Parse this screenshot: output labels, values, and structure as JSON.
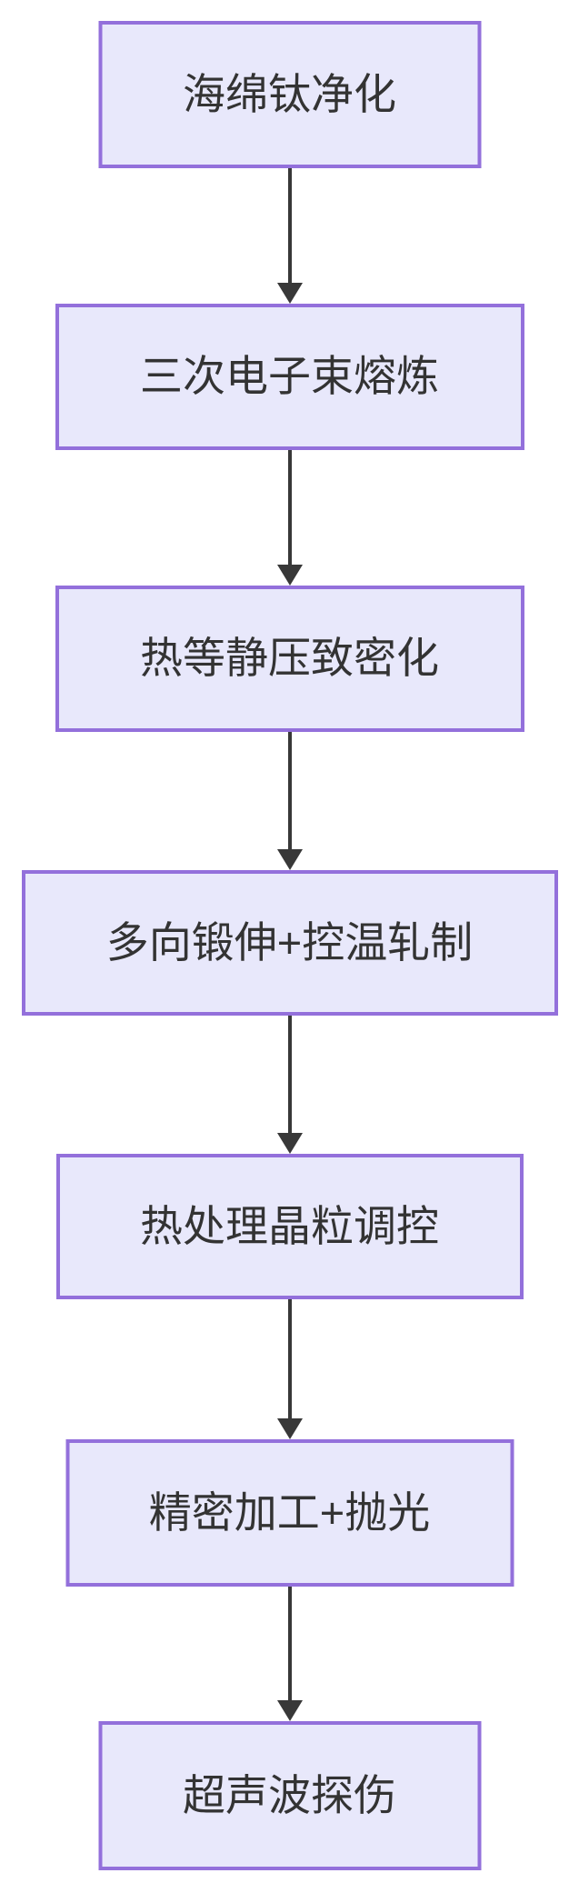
{
  "diagram": {
    "type": "flowchart",
    "direction": "top-down",
    "steps": [
      {
        "id": 1,
        "label": "海绵钛净化"
      },
      {
        "id": 2,
        "label": "三次电子束熔炼"
      },
      {
        "id": 3,
        "label": "热等静压致密化"
      },
      {
        "id": 4,
        "label": "多向锻伸+控温轧制"
      },
      {
        "id": 5,
        "label": "热处理晶粒调控"
      },
      {
        "id": 6,
        "label": "精密加工+抛光"
      },
      {
        "id": 7,
        "label": "超声波探伤"
      }
    ],
    "connections": [
      {
        "from": 1,
        "to": 2
      },
      {
        "from": 2,
        "to": 3
      },
      {
        "from": 3,
        "to": 4
      },
      {
        "from": 4,
        "to": 5
      },
      {
        "from": 5,
        "to": 6
      },
      {
        "from": 6,
        "to": 7
      }
    ],
    "colors": {
      "node_fill": "#e8e8fb",
      "node_border": "#9370db",
      "arrow": "#383838",
      "text": "#333333",
      "background": "#ffffff"
    }
  }
}
